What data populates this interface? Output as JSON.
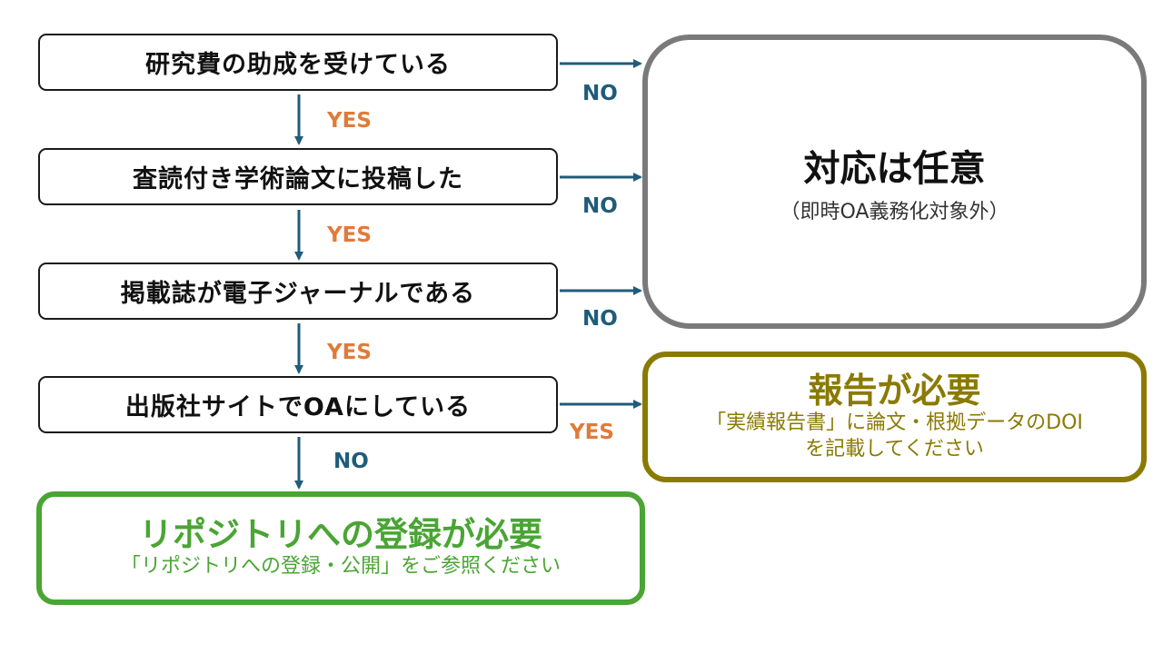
{
  "colors": {
    "yes": "#e07b39",
    "no": "#1f5c7a",
    "arrow": "#1f5c7a",
    "optional_border": "#7a7a7a",
    "report": "#8a7a00",
    "repository": "#4aa534"
  },
  "steps": [
    {
      "label": "研究費の助成を受けている"
    },
    {
      "label": "査読付き学術論文に投稿した"
    },
    {
      "label": "掲載誌が電子ジャーナルである"
    },
    {
      "label": "出版社サイトでOAにしている"
    }
  ],
  "down_labels": [
    "YES",
    "YES",
    "YES",
    "NO"
  ],
  "side_labels": [
    "NO",
    "NO",
    "NO",
    "YES"
  ],
  "outcomes": {
    "optional": {
      "title": "対応は任意",
      "subtitle": "（即時OA義務化対象外）"
    },
    "report": {
      "title": "報告が必要",
      "line1": "「実績報告書」に論文・根拠データのDOI",
      "line2": "を記載してください"
    },
    "repository": {
      "title": "リポジトリへの登録が必要",
      "subtitle": "「リポジトリへの登録・公開」をご参照ください"
    }
  }
}
